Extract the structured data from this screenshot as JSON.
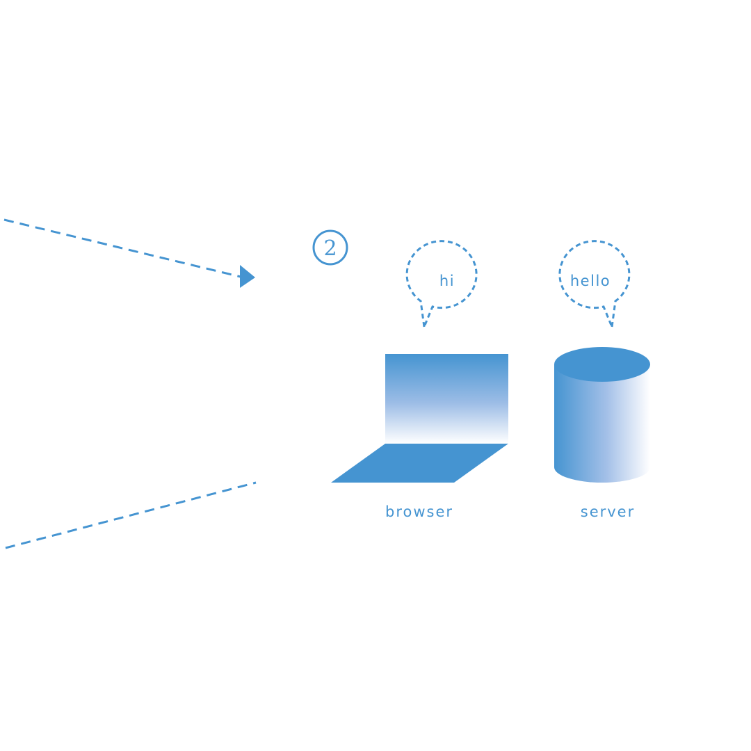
{
  "colors": {
    "accent": "#4594d1",
    "fade": "#ffffff"
  },
  "step": {
    "number": "2"
  },
  "bubbles": {
    "browser_text": "hi",
    "server_text": "hello"
  },
  "labels": {
    "browser": "browser",
    "server": "server"
  },
  "icons": {
    "browser": "laptop-icon",
    "server": "database-cylinder-icon"
  }
}
